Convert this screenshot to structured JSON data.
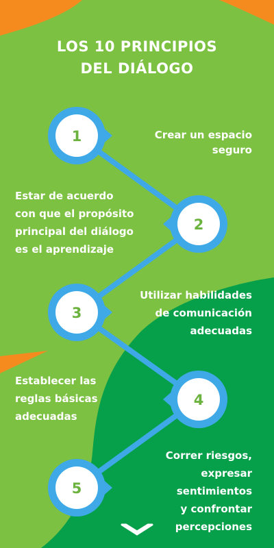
{
  "title": {
    "line1": "LOS 10 PRINCIPIOS",
    "line2": "DEL DIÁLOGO"
  },
  "colors": {
    "light_green": "#7cc142",
    "dark_green": "#07a04a",
    "orange": "#f58a1f",
    "blue": "#3fa9e8",
    "number_green": "#6bb33e"
  },
  "steps": [
    {
      "number": "1",
      "text_lines": [
        "Crear un espacio",
        "seguro"
      ]
    },
    {
      "number": "2",
      "text_lines": [
        "Estar de acuerdo",
        "con que el propósito",
        "principal del diálogo",
        "es el aprendizaje"
      ]
    },
    {
      "number": "3",
      "text_lines": [
        "Utilizar habilidades",
        "de comunicación",
        "adecuadas"
      ]
    },
    {
      "number": "4",
      "text_lines": [
        "Establecer las",
        "reglas básicas",
        "adecuadas"
      ]
    },
    {
      "number": "5",
      "text_lines": [
        "Correr riesgos,",
        "expresar",
        "sentimientos",
        "y confrontar",
        "percepciones"
      ]
    }
  ],
  "icons": {
    "bottom": "chevron-down-icon"
  }
}
